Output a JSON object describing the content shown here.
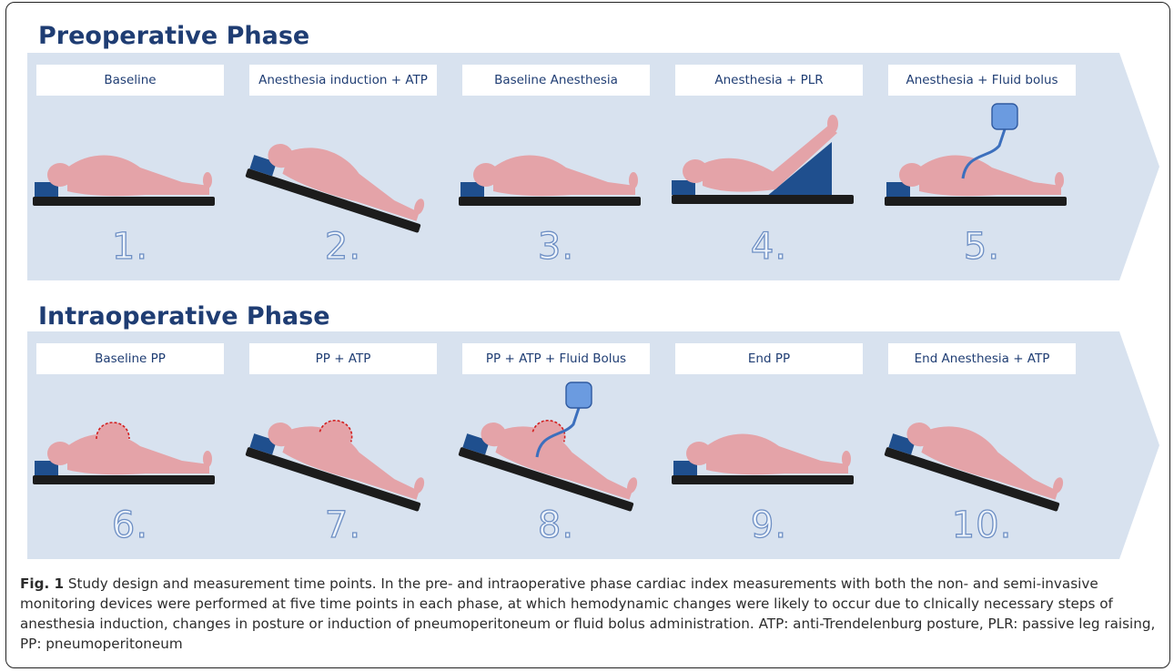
{
  "phases": [
    {
      "title": "Preoperative Phase",
      "steps": [
        {
          "label": "Baseline",
          "number": "1.",
          "posture": "flat",
          "pp": false,
          "bolus": false
        },
        {
          "label": "Anesthesia induction + ATP",
          "number": "2.",
          "posture": "tilted",
          "pp": false,
          "bolus": false
        },
        {
          "label": "Baseline Anesthesia",
          "number": "3.",
          "posture": "flat",
          "pp": false,
          "bolus": false
        },
        {
          "label": "Anesthesia + PLR",
          "number": "4.",
          "posture": "legs-raised",
          "pp": false,
          "bolus": false
        },
        {
          "label": "Anesthesia + Fluid bolus",
          "number": "5.",
          "posture": "flat",
          "pp": false,
          "bolus": true
        }
      ]
    },
    {
      "title": "Intraoperative Phase",
      "steps": [
        {
          "label": "Baseline PP",
          "number": "6.",
          "posture": "flat",
          "pp": true,
          "bolus": false
        },
        {
          "label": "PP + ATP",
          "number": "7.",
          "posture": "tilted",
          "pp": true,
          "bolus": false
        },
        {
          "label": "PP + ATP + Fluid Bolus",
          "number": "8.",
          "posture": "tilted",
          "pp": true,
          "bolus": true
        },
        {
          "label": "End PP",
          "number": "9.",
          "posture": "flat",
          "pp": false,
          "bolus": false
        },
        {
          "label": "End Anesthesia + ATP",
          "number": "10.",
          "posture": "tilted",
          "pp": false,
          "bolus": false
        }
      ]
    }
  ],
  "caption": {
    "fig_label": "Fig. 1",
    "text": " Study design and measurement time points. In the pre- and intraoperative phase cardiac index measurements with both the non- and semi-invasive monitoring devices were performed at five time points in each phase, at which hemodynamic changes were likely to occur due to clnically necessary steps of anesthesia induction, changes in posture or induction of pneumoperitoneum or fluid bolus administration. ATP: anti-Trendelenburg posture, PLR: passive leg raising, PP: pneumoperitoneum"
  },
  "colors": {
    "title": "#1f3d73",
    "band": "#d8e2ef",
    "skin": "#e4a3a8",
    "table": "#1c1c1c",
    "pillow": "#1f4f8e",
    "bolus_bag": "#6b9be0",
    "pneumoperitoneum_outline": "#d22020"
  }
}
